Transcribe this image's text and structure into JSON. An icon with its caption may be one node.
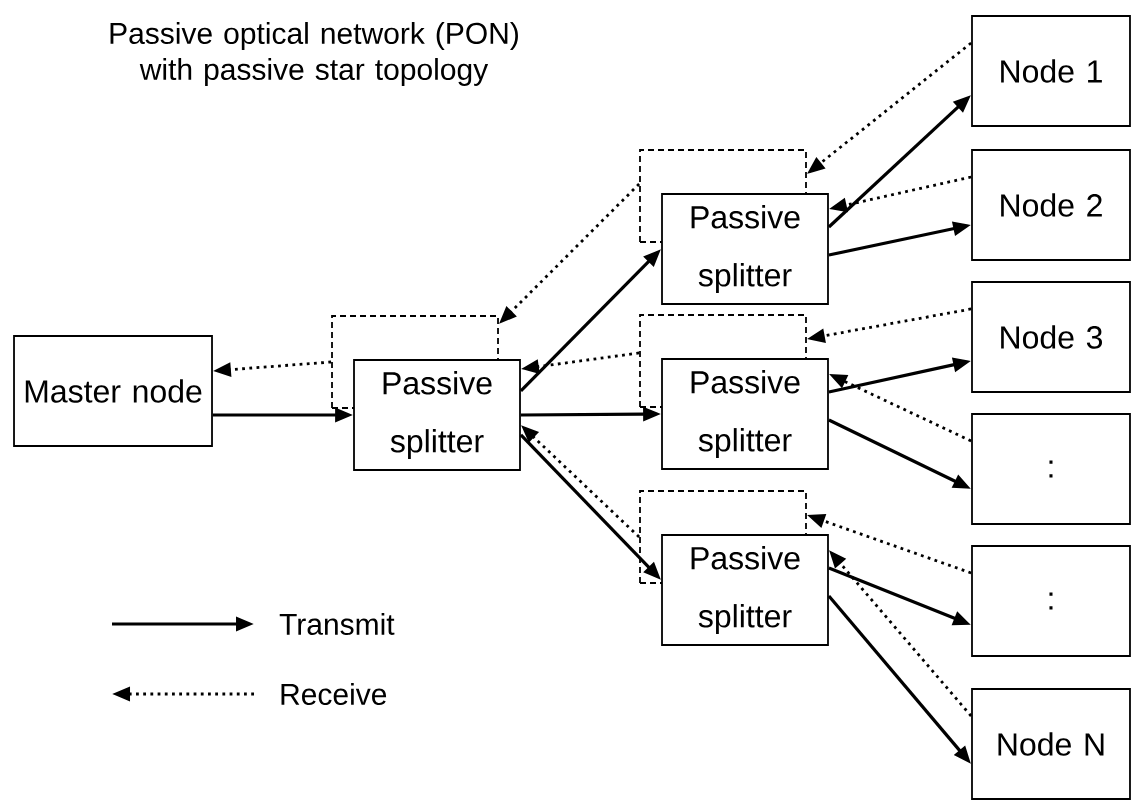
{
  "diagram": {
    "title": "Passive optical network (PON) with passive star topology",
    "nodes": [
      {
        "text": [
          "Master node"
        ]
      },
      {
        "text": [],
        "shape": "box"
      },
      {
        "text": [
          "Passive splitter"
        ]
      },
      {
        "text": [],
        "shape": "box"
      },
      {
        "text": [
          "Passive splitter"
        ]
      },
      {
        "text": [],
        "shape": "box"
      },
      {
        "text": [
          "Passive splitter"
        ]
      },
      {
        "text": [],
        "shape": "box"
      },
      {
        "text": [
          "Passive splitter"
        ]
      },
      {
        "text": [
          "Node 1"
        ]
      },
      {
        "text": [
          "Node 2"
        ]
      },
      {
        "text": [
          "Node 3"
        ]
      },
      {
        "text": [
          ":"
        ]
      },
      {
        "text": [
          ":"
        ]
      },
      {
        "text": [
          "Node N"
        ]
      }
    ],
    "edges": [
      {
        "from": 0,
        "to": 2,
        "arrow": "to"
      },
      {
        "from": 1,
        "to": 0,
        "arrow": "to",
        "style": "dashed"
      },
      {
        "from": 2,
        "to": 4,
        "arrow": "to"
      },
      {
        "from": 3,
        "to": 1,
        "arrow": "to",
        "style": "dashed"
      },
      {
        "from": 2,
        "to": 6,
        "arrow": "to"
      },
      {
        "from": 5,
        "to": 2,
        "arrow": "to",
        "style": "dashed"
      },
      {
        "from": 2,
        "to": 8,
        "arrow": "to"
      },
      {
        "from": 7,
        "to": 2,
        "arrow": "to",
        "style": "dashed"
      },
      {
        "from": 4,
        "to": 9,
        "arrow": "to"
      },
      {
        "from": 9,
        "to": 3,
        "arrow": "to",
        "style": "dashed"
      },
      {
        "from": 4,
        "to": 10,
        "arrow": "to"
      },
      {
        "from": 10,
        "to": 4,
        "arrow": "to",
        "style": "dashed"
      },
      {
        "from": 6,
        "to": 11,
        "arrow": "to"
      },
      {
        "from": 11,
        "to": 5,
        "arrow": "to",
        "style": "dashed"
      },
      {
        "from": 6,
        "to": 12,
        "arrow": "to"
      },
      {
        "from": 12,
        "to": 6,
        "arrow": "to",
        "style": "dashed"
      },
      {
        "from": 8,
        "to": 13,
        "arrow": "to"
      },
      {
        "from": 13,
        "to": 7,
        "arrow": "to",
        "style": "dashed"
      },
      {
        "from": 8,
        "to": 14,
        "arrow": "to"
      },
      {
        "from": 14,
        "to": 8,
        "arrow": "to",
        "style": "dashed"
      }
    ],
    "legend": [
      {
        "text": "Transmit"
      },
      {
        "text": "Receive"
      }
    ]
  }
}
